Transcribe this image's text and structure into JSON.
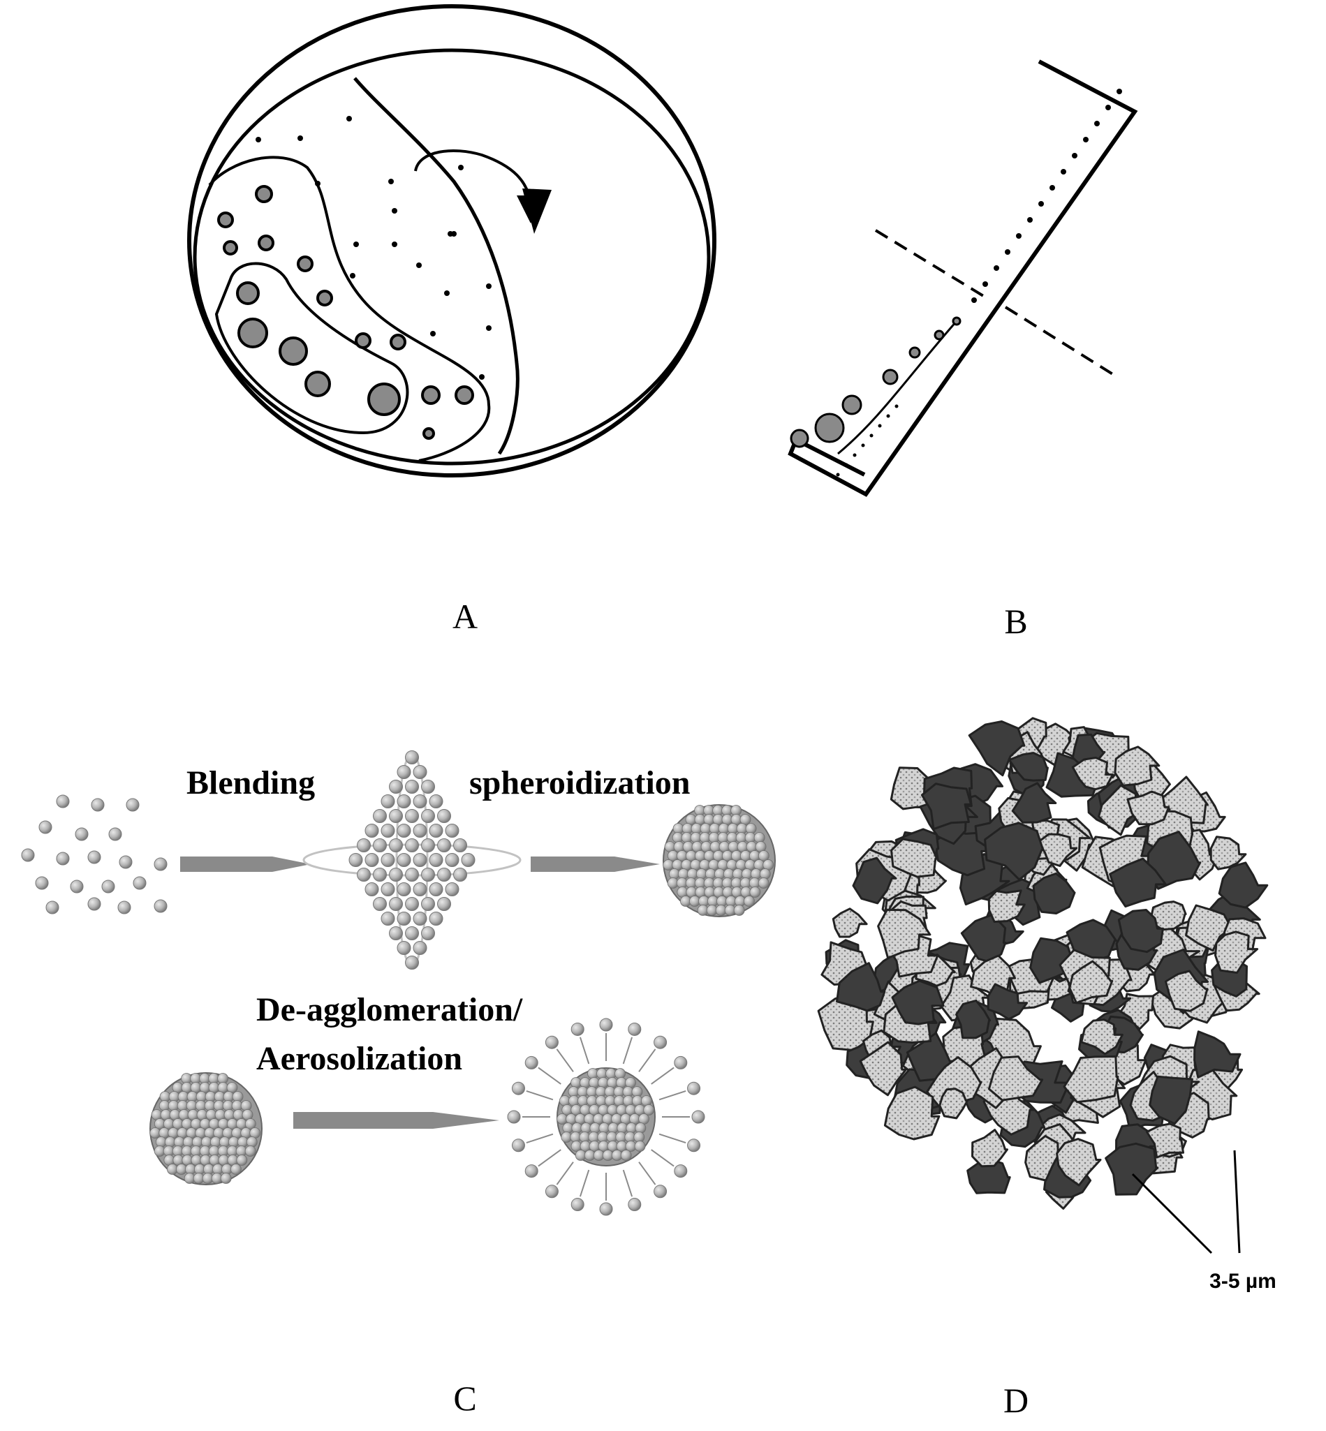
{
  "panels": {
    "a": {
      "letter": "A"
    },
    "b": {
      "letter": "B"
    },
    "c": {
      "letter": "C",
      "step_blending": "Blending",
      "step_spheroidization": "spheroidization",
      "step_deagglomeration_line1": "De-agglomeration/",
      "step_deagglomeration_line2": "Aerosolization"
    },
    "d": {
      "letter": "D",
      "scale_label": "3-5 µm"
    }
  },
  "colors": {
    "ink": "#000000",
    "particle": "#b7b7b7",
    "particle_dark": "#6e6e6e",
    "arrow": "#8a8a8a",
    "agglomerate_dark": "#3d3d3d",
    "agglomerate_light": "#c9c9c9"
  }
}
